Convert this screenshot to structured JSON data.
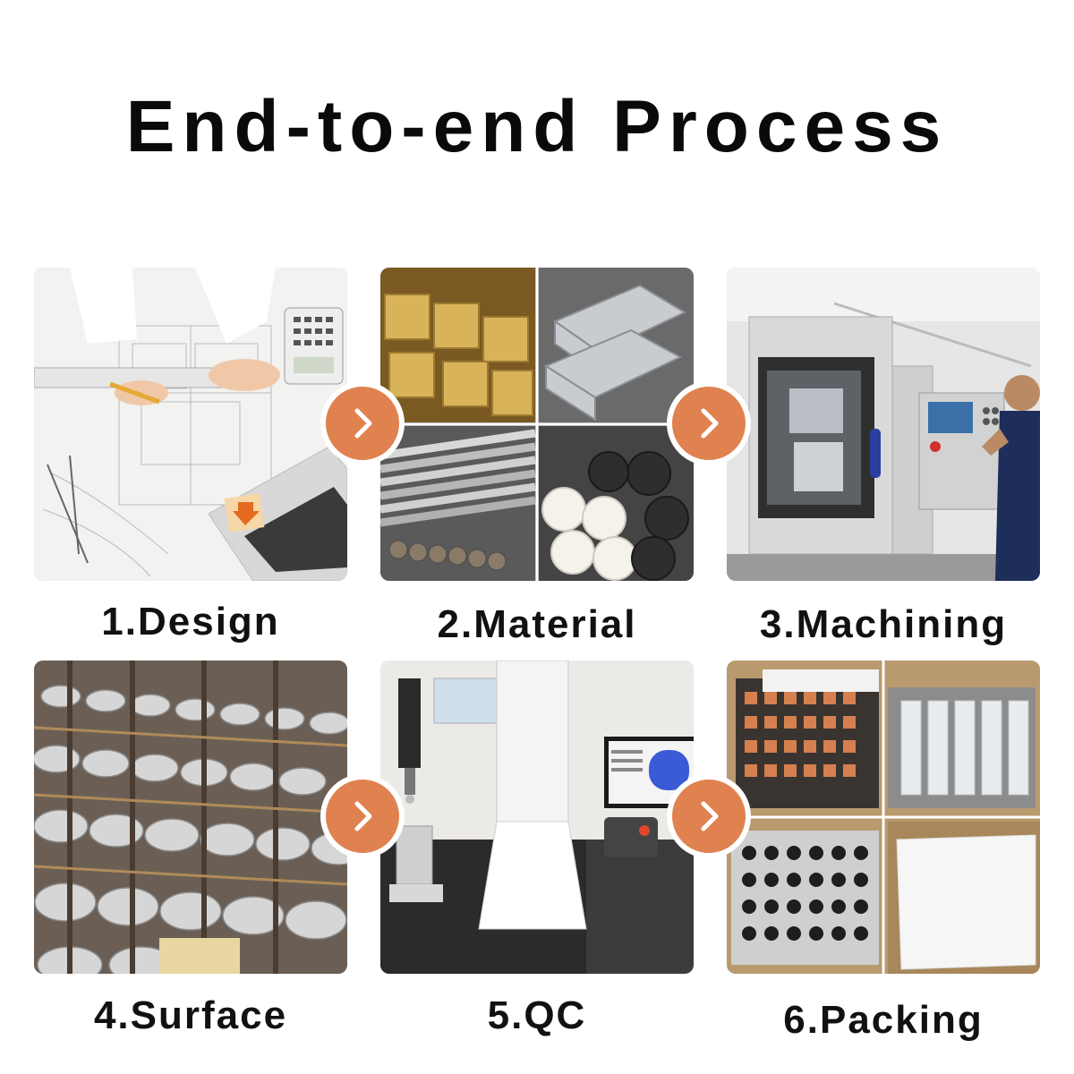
{
  "title": "End-to-end Process",
  "steps": [
    {
      "label": "1.Design"
    },
    {
      "label": "2.Material"
    },
    {
      "label": "3.Machining"
    },
    {
      "label": "4.Surface"
    },
    {
      "label": "5.QC"
    },
    {
      "label": "6.Packing"
    }
  ],
  "colors": {
    "accent": "#e0824f",
    "text": "#111111",
    "background": "#ffffff"
  },
  "icons": {
    "arrow": "chevron-right-icon"
  }
}
